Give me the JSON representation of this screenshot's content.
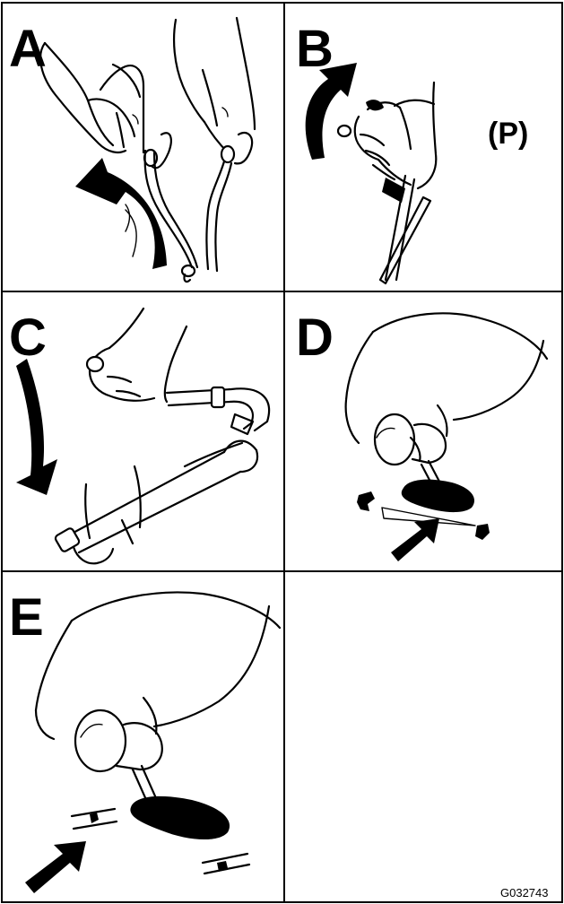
{
  "panels": [
    {
      "letter": "A"
    },
    {
      "letter": "B",
      "symbol": "(P)"
    },
    {
      "letter": "C"
    },
    {
      "letter": "D"
    },
    {
      "letter": "E"
    }
  ],
  "figure_code": "G032743"
}
